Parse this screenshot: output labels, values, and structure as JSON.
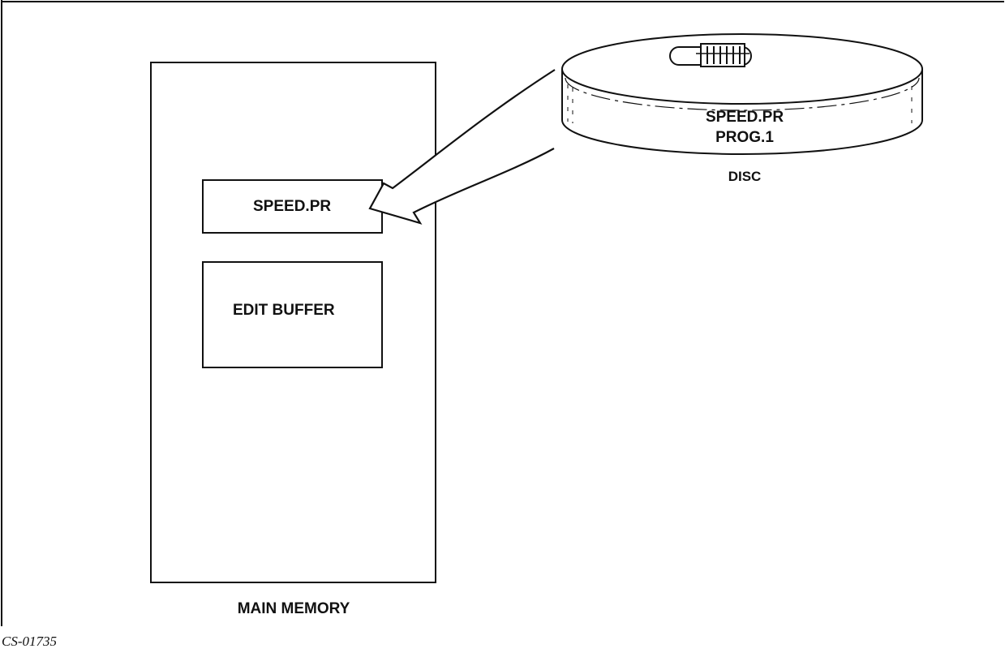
{
  "main_memory": {
    "label": "MAIN MEMORY",
    "blocks": [
      {
        "label": "SPEED.PR"
      },
      {
        "label": "EDIT BUFFER"
      }
    ]
  },
  "disc": {
    "label": "DISC",
    "files": [
      "SPEED.PR",
      "PROG.1"
    ]
  },
  "figure_id": "CS-01735"
}
